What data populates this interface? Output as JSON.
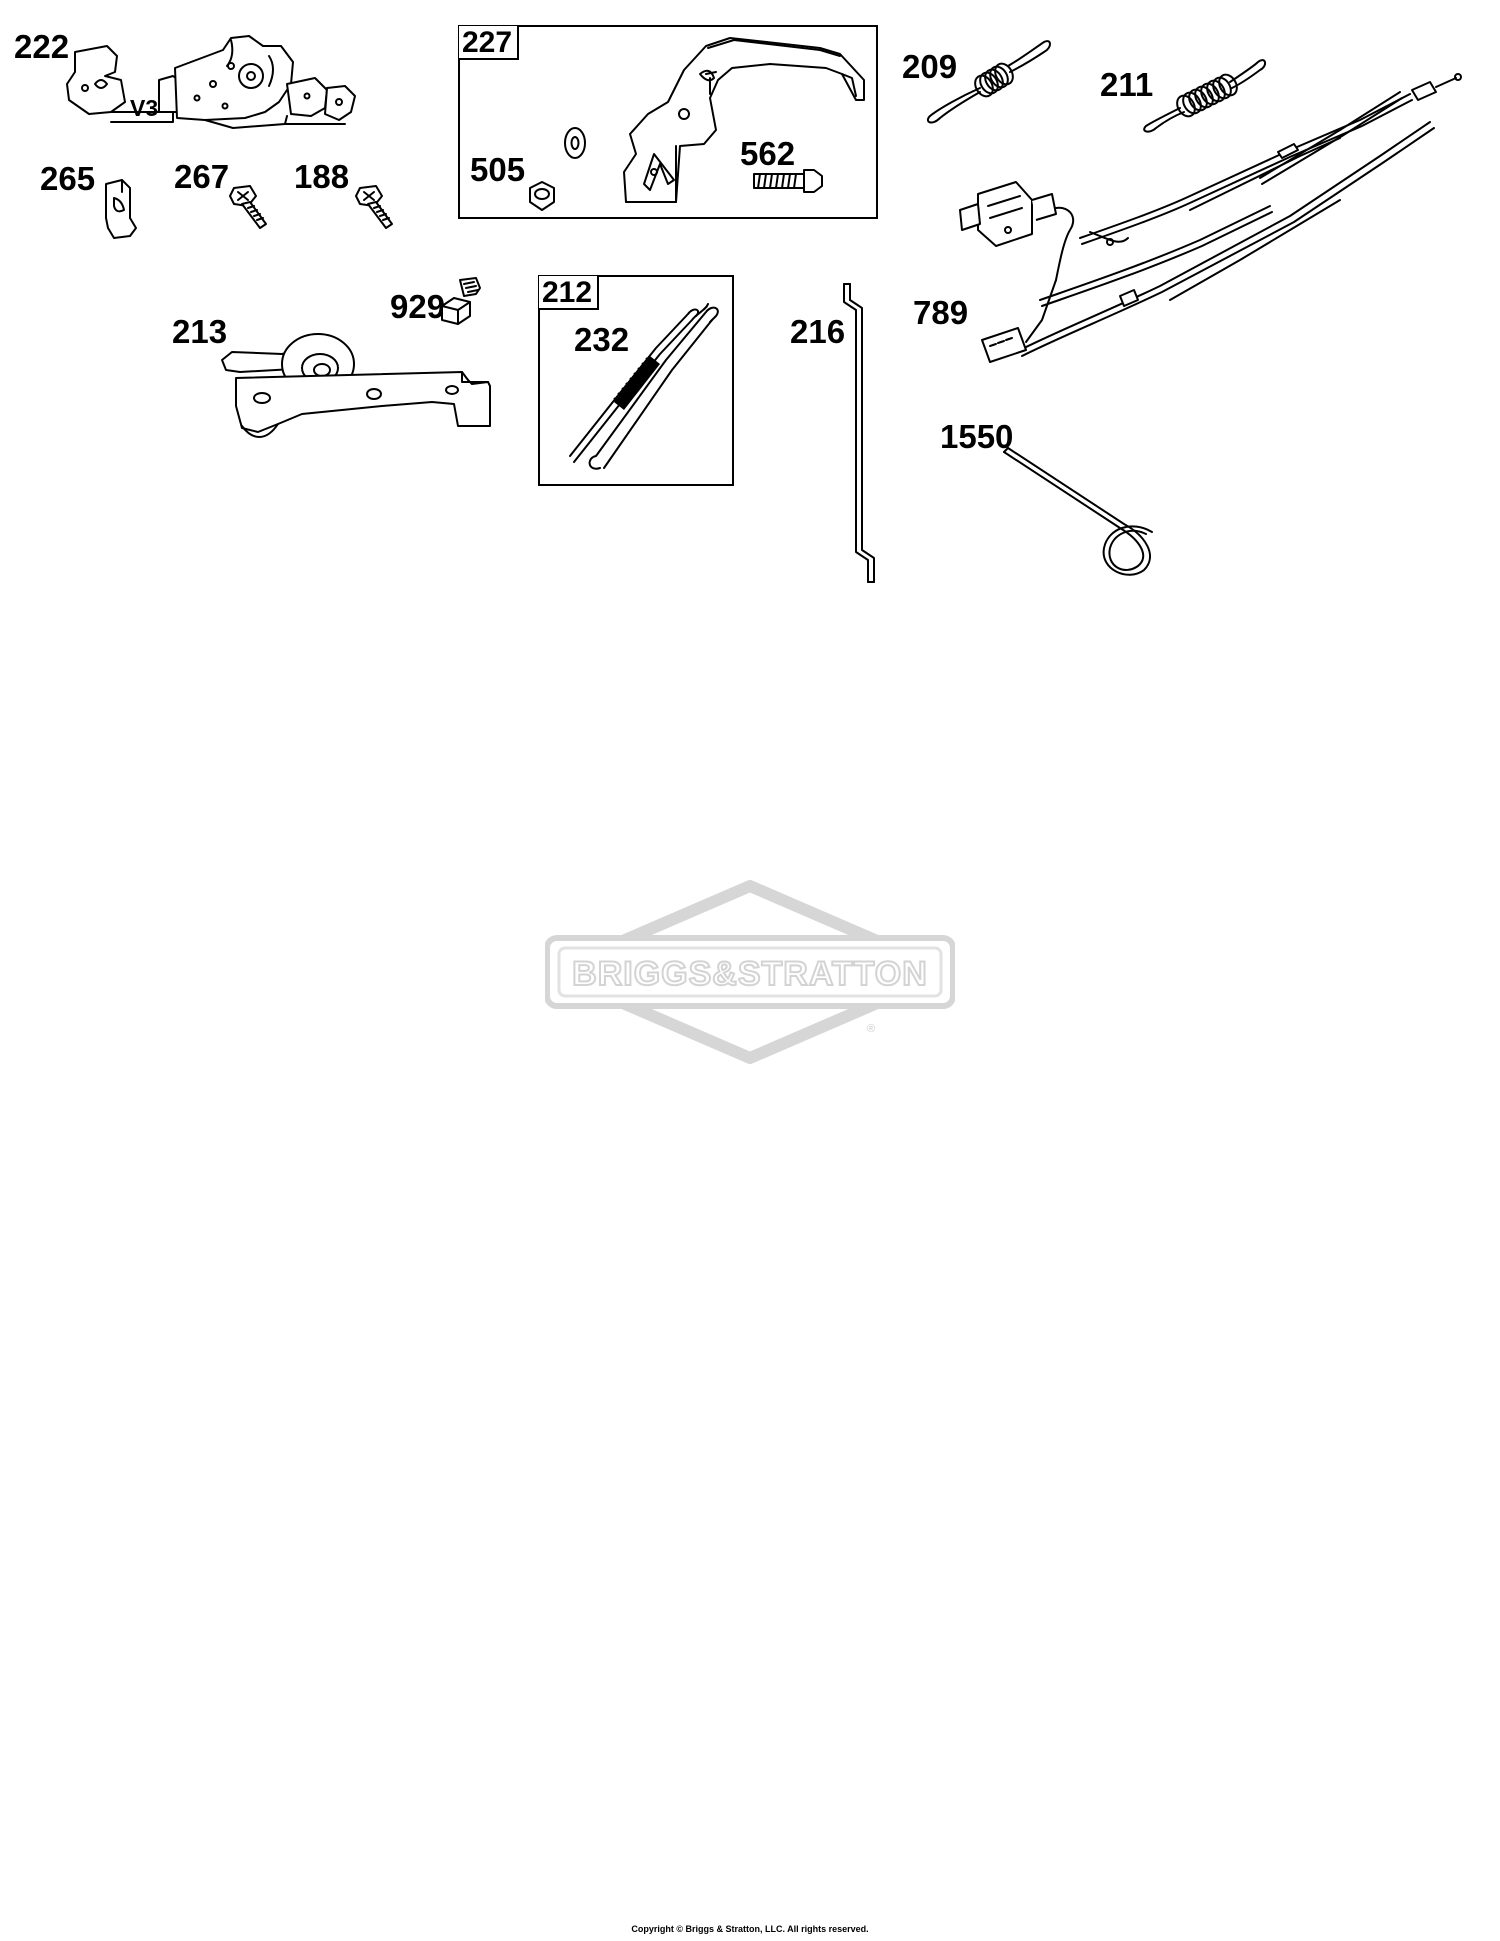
{
  "callouts": {
    "p222": "222",
    "p265": "265",
    "p267": "267",
    "p188": "188",
    "p227": "227",
    "p505": "505",
    "p562": "562",
    "p209": "209",
    "p211": "211",
    "p789": "789",
    "p213": "213",
    "p929": "929",
    "p212": "212",
    "p232": "232",
    "p216": "216",
    "p1550": "1550"
  },
  "part_marking": {
    "v3": "V3"
  },
  "watermark": {
    "brand": "BRIGGS&STRATTON",
    "registered": "®"
  },
  "footer": {
    "copyright": "Copyright © Briggs & Stratton, LLC. All rights reserved."
  },
  "colors": {
    "line": "#000000",
    "watermark": "#d6d6d6"
  }
}
